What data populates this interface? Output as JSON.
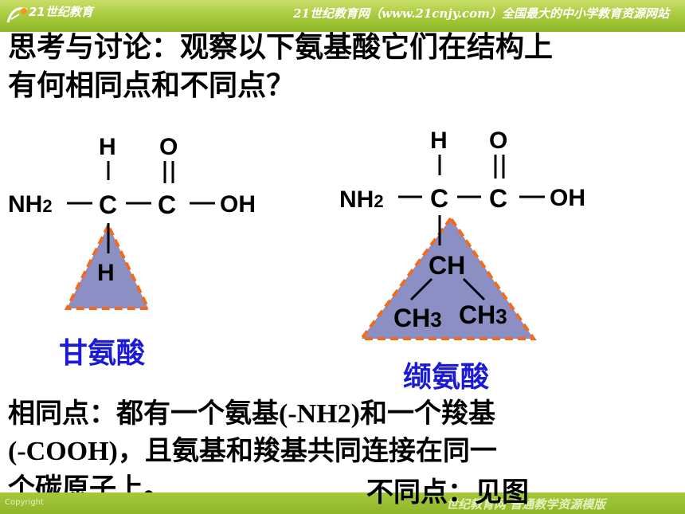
{
  "header": {
    "logo_text": "21世纪教育",
    "slogan": "21世纪教育网（www.21cnjy.com）全国最大的中小学教育资源网站"
  },
  "footer": {
    "copyright": "Copyright",
    "slogan": "世纪教育网  普通教学资源模版"
  },
  "title": {
    "line1": "思考与讨论：观察以下氨基酸它们在结构上",
    "line2": "有何相同点和不同点？"
  },
  "glycine": {
    "name": "甘氨酸",
    "atoms": {
      "h_top": "H",
      "o_top": "O",
      "nh2": "NH",
      "nh2_sub": "2",
      "c1": "C",
      "c2": "C",
      "oh": "OH",
      "h_side": "H"
    }
  },
  "valine": {
    "name": "缬氨酸",
    "atoms": {
      "h_top": "H",
      "o_top": "O",
      "nh2": "NH",
      "nh2_sub": "2",
      "c1": "C",
      "c2": "C",
      "oh": "OH",
      "ch": "CH",
      "ch3_left": "CH",
      "ch3_left_sub": "3",
      "ch3_right": "CH",
      "ch3_right_sub": "3"
    }
  },
  "similarity": {
    "label": "相同点：",
    "text_a": "都有一个氨基",
    "nh2_formula": "(-NH2)",
    "text_b": "和一个羧基",
    "cooh_formula": "(-COOH)",
    "text_c": "，且氨基和羧基共同连接在同一",
    "text_d": "个碳原子上。"
  },
  "difference": {
    "text": "不同点：见图"
  },
  "colors": {
    "header_green": "#a5c93a",
    "triangle_fill": "#8b8fc4",
    "triangle_border": "#f26b1d",
    "name_blue": "#1b1bd6"
  }
}
